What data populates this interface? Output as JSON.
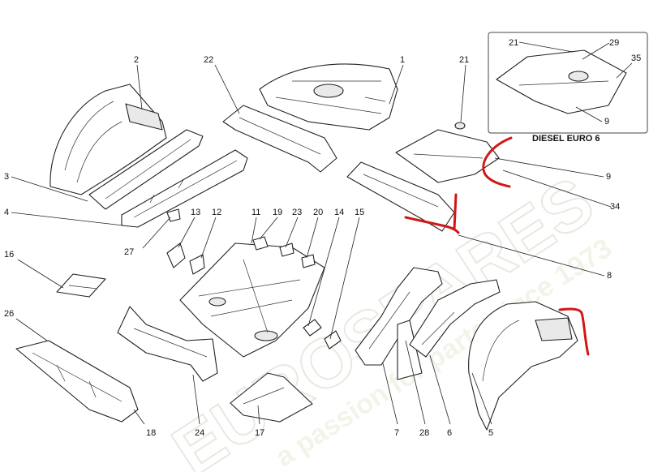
{
  "diagram": {
    "inset_label": "DIESEL  EURO 6",
    "watermark_brand": "EUROSPARES",
    "watermark_tagline": "a passion for parts since 1973",
    "colors": {
      "line": "#222222",
      "accent_red": "#d01818",
      "watermark": "#ecebe0"
    },
    "callouts": [
      {
        "id": "c1",
        "label": "1"
      },
      {
        "id": "c2",
        "label": "2"
      },
      {
        "id": "c3",
        "label": "3"
      },
      {
        "id": "c4",
        "label": "4"
      },
      {
        "id": "c5",
        "label": "5"
      },
      {
        "id": "c6",
        "label": "6"
      },
      {
        "id": "c7",
        "label": "7"
      },
      {
        "id": "c8",
        "label": "8"
      },
      {
        "id": "c9a",
        "label": "9"
      },
      {
        "id": "c9b",
        "label": "9"
      },
      {
        "id": "c11",
        "label": "11"
      },
      {
        "id": "c12",
        "label": "12"
      },
      {
        "id": "c13",
        "label": "13"
      },
      {
        "id": "c14",
        "label": "14"
      },
      {
        "id": "c15",
        "label": "15"
      },
      {
        "id": "c16",
        "label": "16"
      },
      {
        "id": "c17",
        "label": "17"
      },
      {
        "id": "c18",
        "label": "18"
      },
      {
        "id": "c19",
        "label": "19"
      },
      {
        "id": "c20",
        "label": "20"
      },
      {
        "id": "c21a",
        "label": "21"
      },
      {
        "id": "c21b",
        "label": "21"
      },
      {
        "id": "c22",
        "label": "22"
      },
      {
        "id": "c23",
        "label": "23"
      },
      {
        "id": "c24",
        "label": "24"
      },
      {
        "id": "c26",
        "label": "26"
      },
      {
        "id": "c27",
        "label": "27"
      },
      {
        "id": "c28",
        "label": "28"
      },
      {
        "id": "c29",
        "label": "29"
      },
      {
        "id": "c34",
        "label": "34"
      },
      {
        "id": "c35",
        "label": "35"
      }
    ]
  }
}
